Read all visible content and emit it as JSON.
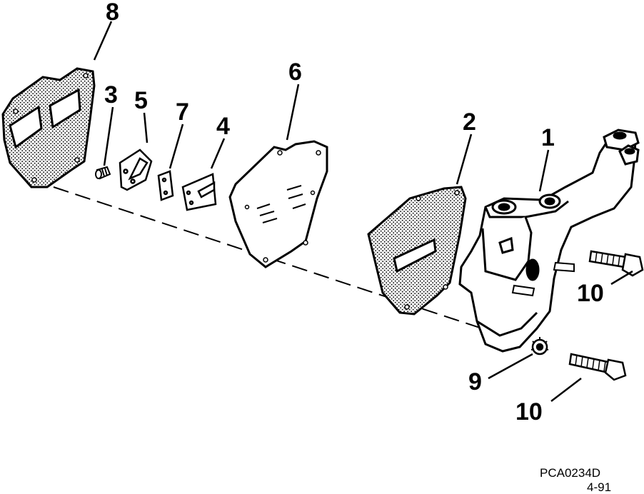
{
  "callouts": {
    "c1": "1",
    "c2": "2",
    "c3": "3",
    "c4": "4",
    "c5": "5",
    "c6": "6",
    "c7": "7",
    "c8": "8",
    "c9": "9",
    "c10a": "10",
    "c10b": "10"
  },
  "figure_code": "PCA0234D",
  "figure_date": "4-91"
}
